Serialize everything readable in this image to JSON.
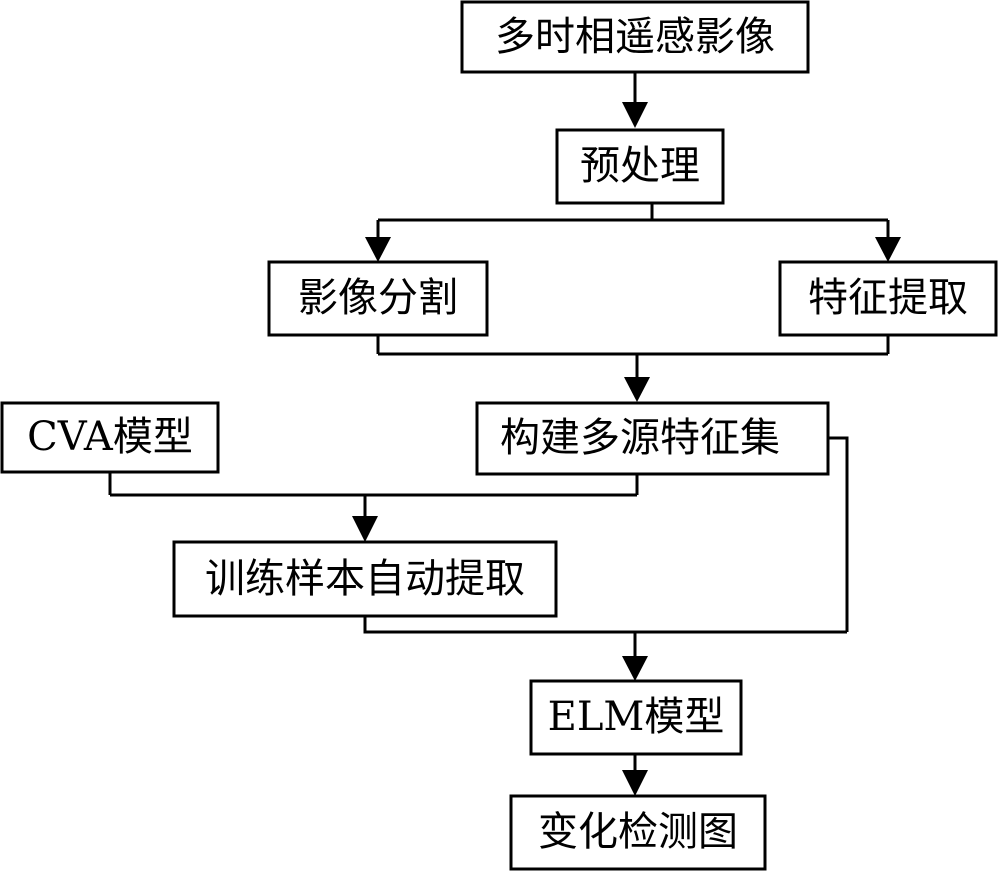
{
  "nodes": {
    "images": "多时相遥感影像",
    "preprocess": "预处理",
    "segmentation": "影像分割",
    "feature_extraction": "特征提取",
    "cva_model": "CVA模型",
    "feature_set": "构建多源特征集",
    "training_samples": "训练样本自动提取",
    "elm_model": "ELM模型",
    "change_map": "变化检测图"
  },
  "colors": {
    "stroke": "#000000",
    "background": "#ffffff"
  }
}
